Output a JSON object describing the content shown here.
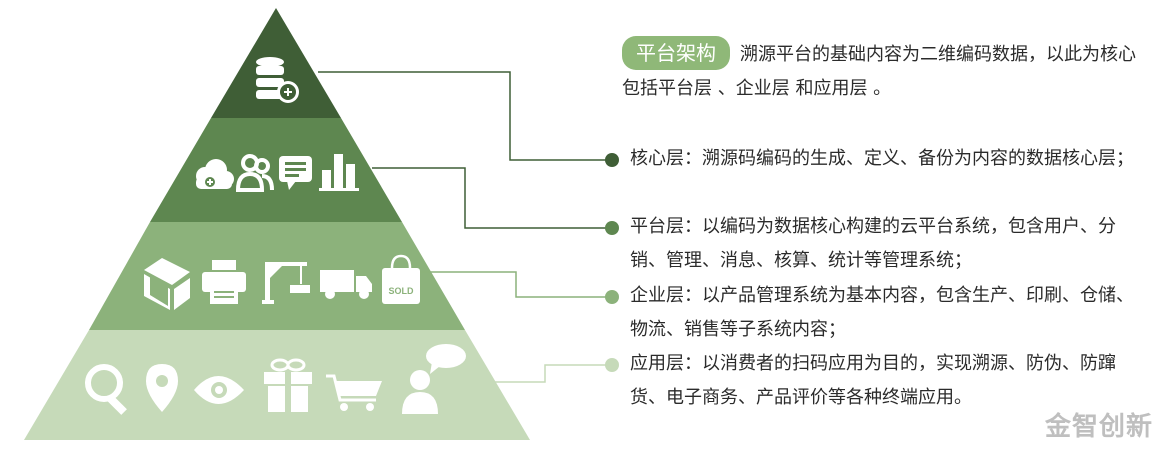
{
  "intro": {
    "badge": "平台架构",
    "text": "溯源平台的基础内容为二维编码数据，以此为核心包括平台层 、企业层 和应用层 。"
  },
  "layers": [
    {
      "text": "核心层：溯源码编码的生成、定义、备份为内容的数据核心层；",
      "color": "#3f5e36",
      "icons": [
        "database-add-icon"
      ]
    },
    {
      "text": "平台层：以编码为数据核心构建的云平台系统，包含用户、分销、管理、消息、核算、统计等管理系统；",
      "color": "#5e8750",
      "icons": [
        "cloud-add-icon",
        "users-icon",
        "chat-icon",
        "bar-chart-icon"
      ]
    },
    {
      "text": "企业层：以产品管理系统为基本内容，包含生产、印刷、仓储、物流、销售等子系统内容；",
      "color": "#8cb27b",
      "icons": [
        "box-icon",
        "printer-icon",
        "crane-icon",
        "truck-icon",
        "shopping-bag-icon"
      ]
    },
    {
      "text": "应用层：以消费者的扫码应用为目的，实现溯源、防伪、防蹿货、电子商务、产品评价等各种终端应用。",
      "color": "#c6dab9",
      "icons": [
        "search-icon",
        "location-pin-icon",
        "eye-icon",
        "gift-icon",
        "cart-icon",
        "user-comment-icon"
      ]
    }
  ],
  "bag_label": "SOLD",
  "brand": "金智创新"
}
